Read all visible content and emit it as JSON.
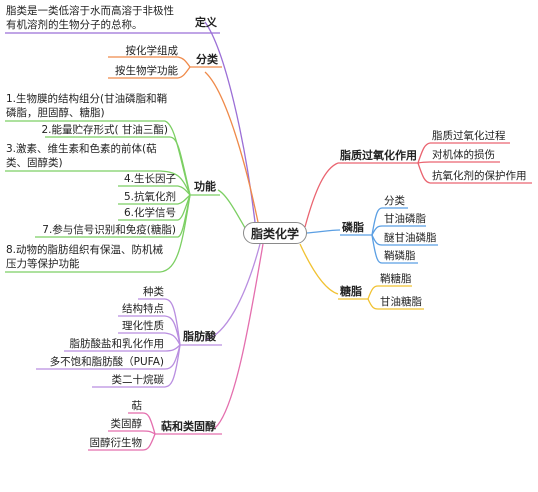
{
  "colors": {
    "definition": "#9b6fd6",
    "classification": "#ef8a4a",
    "function": "#7ccf63",
    "lipids": "#b98ee0",
    "terpenes": "#e46fae",
    "peroxidation": "#ea6470",
    "phospholipids": "#5b9fe3",
    "glycolipids": "#f1c232"
  },
  "root": {
    "label": "脂类化学"
  },
  "branches": {
    "definition": {
      "label": "定义",
      "text": "脂类是一类低溶于水而高溶于非极性有机溶剂的生物分子的总称。"
    },
    "classification": {
      "label": "分类",
      "items": [
        "按化学组成",
        "按生物学功能"
      ]
    },
    "function": {
      "label": "功能",
      "items": [
        "1.生物膜的结构组分(甘油磷脂和鞘磷脂，胆固醇、糖脂)",
        "2.能量贮存形式( 甘油三酯)",
        "3.激素、维生素和色素的前体(萜类、固醇类)",
        "4.生长因子",
        "5.抗氧化剂",
        "6.化学信号",
        "7.参与信号识别和免疫(糖脂)",
        "8.动物的脂肪组织有保温、防机械压力等保护功能"
      ]
    },
    "lipids": {
      "label": "脂肪酸",
      "items": [
        "种类",
        "结构特点",
        "理化性质",
        "脂肪酸盐和乳化作用",
        "多不饱和脂肪酸（PUFA)",
        "类二十烷碳"
      ]
    },
    "terpenes": {
      "label": "萜和类固醇",
      "items": [
        "萜",
        "类固醇",
        "固醇衍生物"
      ]
    },
    "peroxidation": {
      "label": "脂质过氧化作用",
      "items": [
        "脂质过氧化过程",
        "对机体的损伤",
        "抗氧化剂的保护作用"
      ]
    },
    "phospholipids": {
      "label": "磷脂",
      "items": [
        "分类",
        "甘油磷脂",
        "醚甘油磷脂",
        "鞘磷脂"
      ]
    },
    "glycolipids": {
      "label": "糖脂",
      "items": [
        "鞘糖脂",
        "甘油糖脂"
      ]
    }
  }
}
